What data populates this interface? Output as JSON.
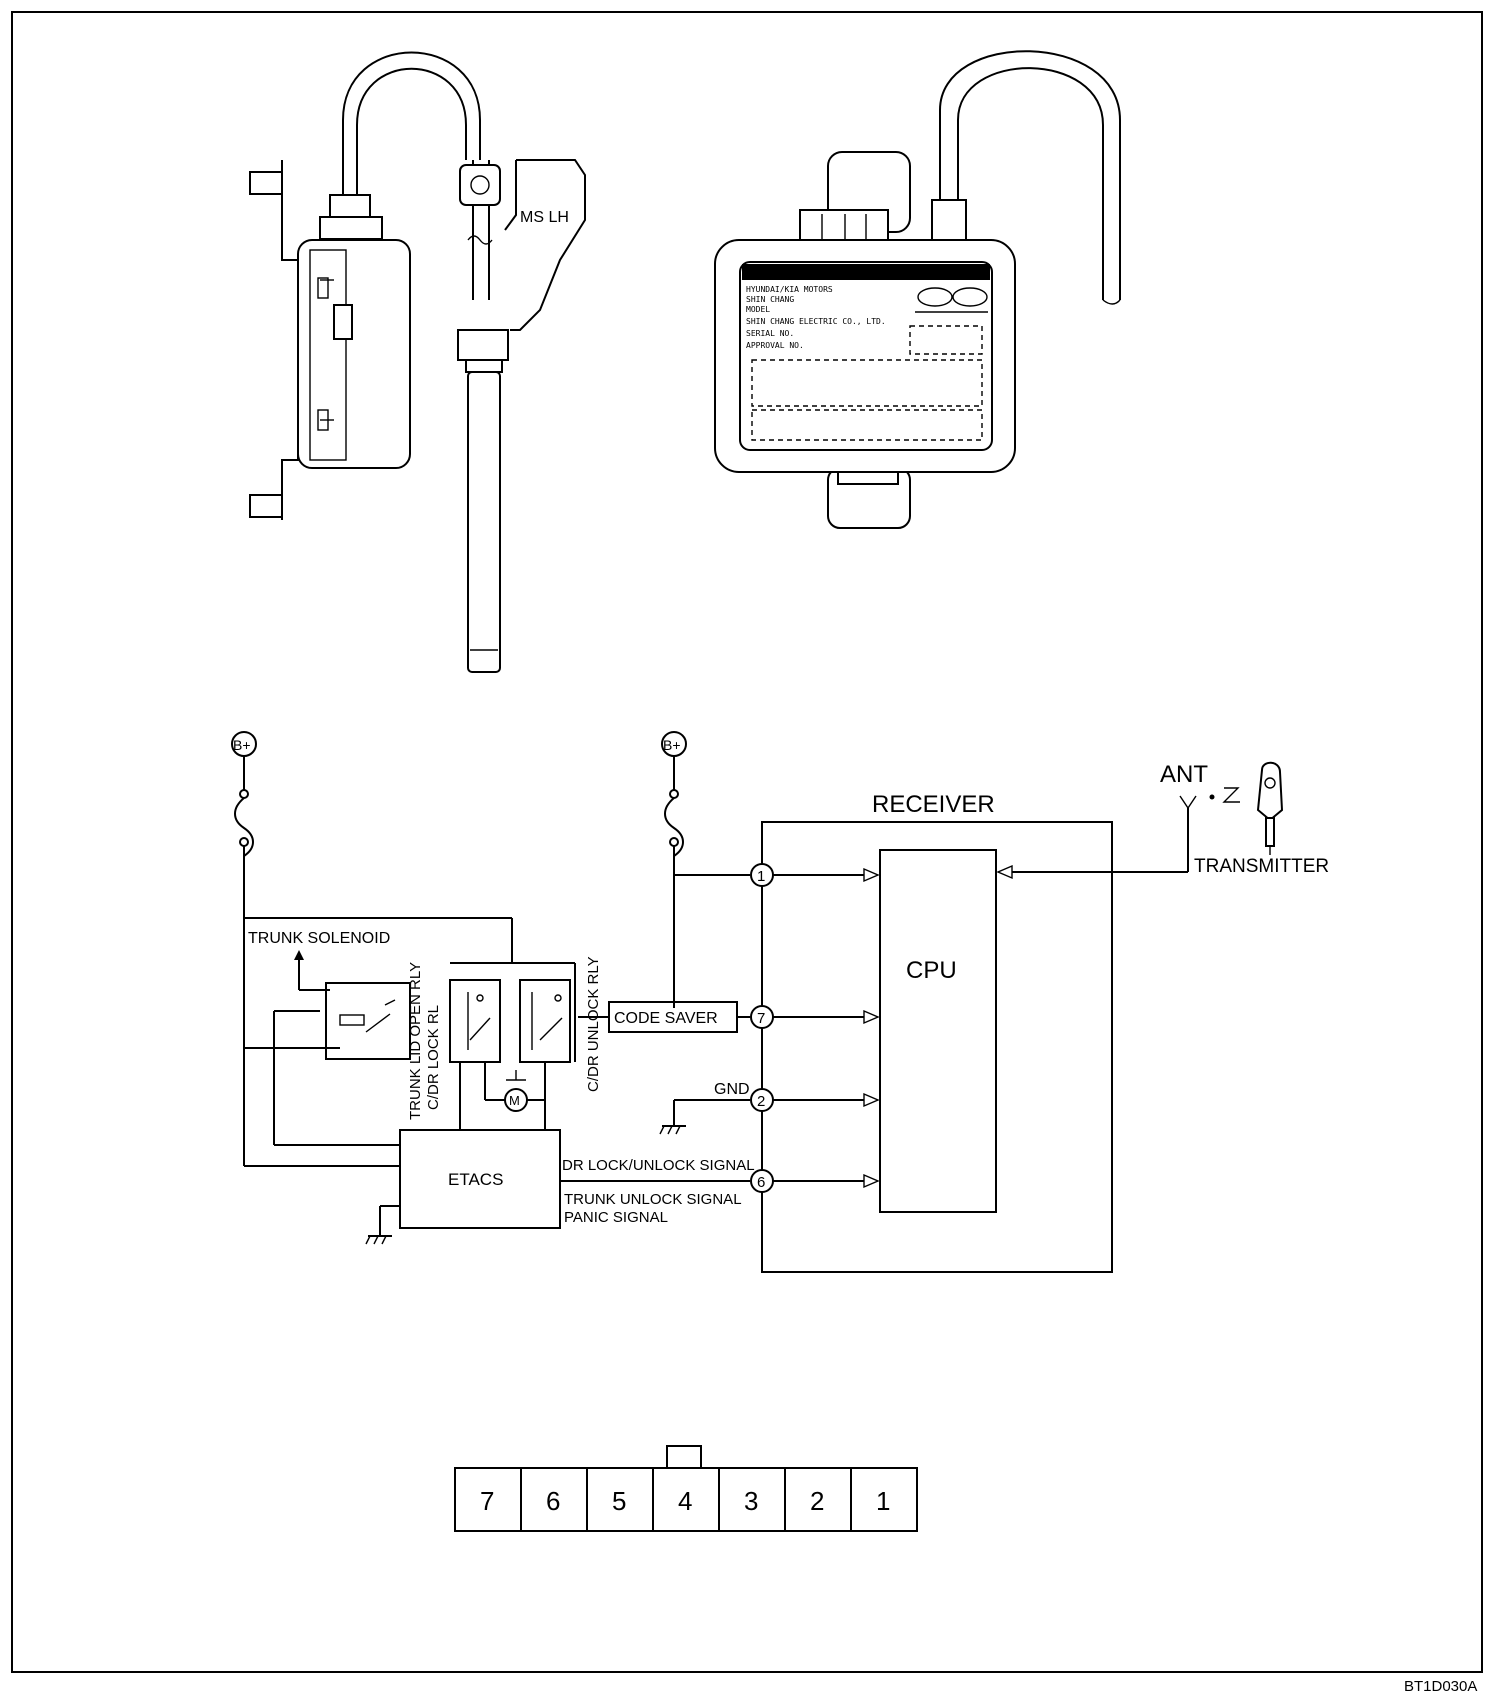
{
  "top_view": {
    "label_ms_lh": "MS LH",
    "receiver_label_lines": [
      "HYUNDAI/KIA MOTORS",
      "SHIN CHANG",
      "MODEL",
      "SHIN CHANG ELECTRIC CO., LTD.",
      "SERIAL NO.",
      "APPROVAL NO."
    ]
  },
  "schematic": {
    "b_plus": "B+",
    "receiver": "RECEIVER",
    "cpu": "CPU",
    "ant": "ANT",
    "transmitter": "TRANSMITTER",
    "trunk_solenoid": "TRUNK SOLENOID",
    "relay_trunk_lid": "TRUNK LID OPEN RLY",
    "relay_cdr_lock": "C/DR LOCK RL",
    "relay_cdr_unlock": "C/DR UNLOCK RLY",
    "code_saver": "CODE  SAVER",
    "gnd": "GND",
    "etacs": "ETACS",
    "motor": "M",
    "signal_dr": "DR LOCK/UNLOCK SIGNAL",
    "signal_trunk": "TRUNK UNLOCK SIGNAL",
    "signal_panic": "PANIC SIGNAL",
    "pin_1": "1",
    "pin_7": "7",
    "pin_2": "2",
    "pin_6": "6"
  },
  "connector": {
    "pins": [
      "7",
      "6",
      "5",
      "4",
      "3",
      "2",
      "1"
    ]
  },
  "figure_code": "BT1D030A"
}
